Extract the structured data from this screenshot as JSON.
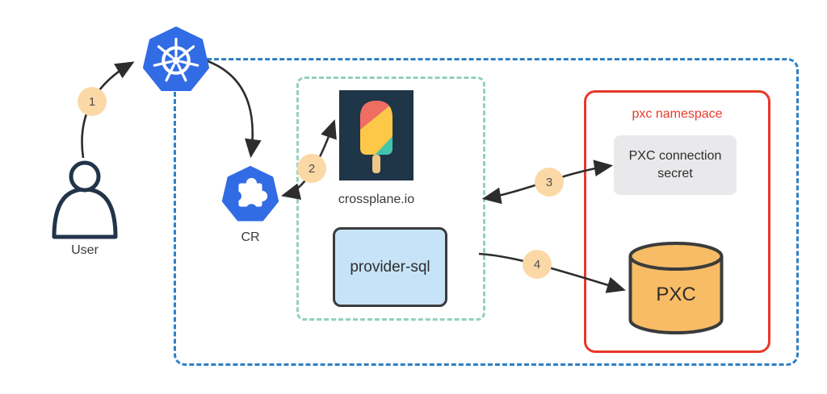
{
  "diagram": {
    "nodes": {
      "user": {
        "label": "User"
      },
      "kubernetes": {
        "icon": "kubernetes-logo"
      },
      "cr": {
        "label": "CR"
      },
      "crossplane": {
        "label": "crossplane.io",
        "icon": "crossplane-popsicle-logo"
      },
      "provider_sql": {
        "label": "provider-sql"
      },
      "pxc_namespace": {
        "label": "pxc namespace"
      },
      "pxc_connection_secret": {
        "label": "PXC connection secret"
      },
      "pxc_database": {
        "label": "PXC"
      }
    },
    "steps": [
      "1",
      "2",
      "3",
      "4"
    ],
    "colors": {
      "kubernetes_blue": "#326ce5",
      "outer_container_border": "#2e80c4",
      "crossplane_container_border": "#93d1ba",
      "namespace_border": "#e8392a",
      "provider_box_fill": "#c6e3f7",
      "secret_box_fill": "#e9e9eb",
      "database_fill": "#f7bc65",
      "step_badge_fill": "#fbd9a6",
      "crossplane_logo_bg": "#1f3548",
      "popsicle_salmon": "#ef6d62",
      "popsicle_yellow": "#fdc748",
      "popsicle_teal": "#3fc6ad",
      "popsicle_stick": "#ecc788",
      "arrow": "#2d2d2d",
      "icon_outline": "#22344a"
    }
  }
}
